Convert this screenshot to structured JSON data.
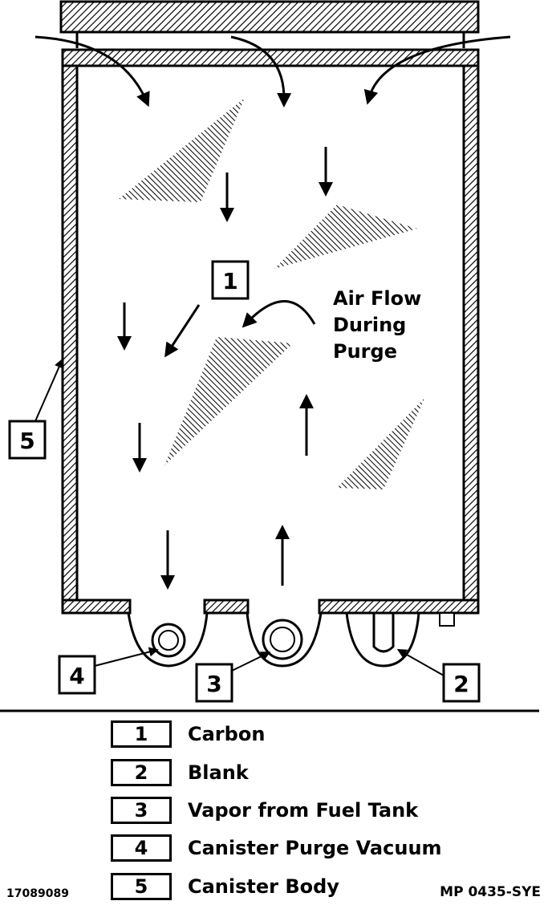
{
  "callouts": {
    "c1": "1",
    "c2": "2",
    "c3": "3",
    "c4": "4",
    "c5": "5"
  },
  "airflow_note": {
    "line1": "Air Flow",
    "line2": "During",
    "line3": "Purge"
  },
  "legend": [
    {
      "num": "1",
      "label": "Carbon"
    },
    {
      "num": "2",
      "label": "Blank"
    },
    {
      "num": "3",
      "label": "Vapor from Fuel Tank"
    },
    {
      "num": "4",
      "label": "Canister Purge Vacuum"
    },
    {
      "num": "5",
      "label": "Canister Body"
    }
  ],
  "footer": {
    "left_code": "17089089",
    "right_code": "MP 0435-SYE"
  }
}
